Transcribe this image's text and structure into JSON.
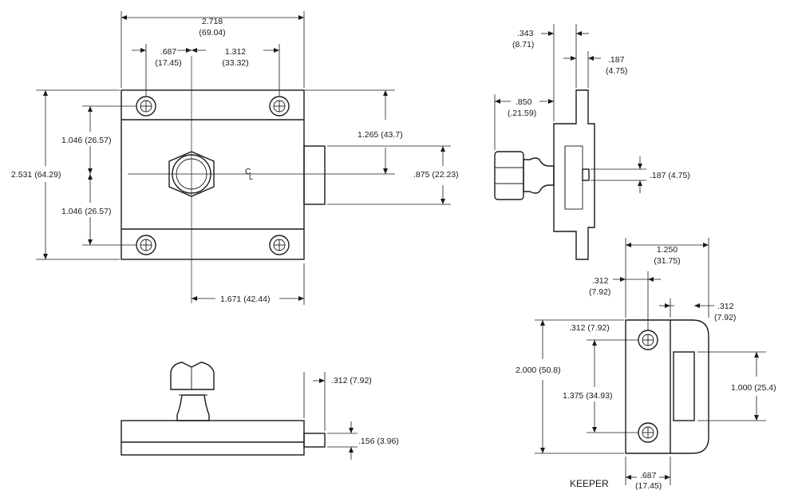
{
  "front_view": {
    "overall_width": "2.718",
    "overall_width_mm": "(69.04)",
    "hole_offset_x": ".687",
    "hole_offset_x_mm": "(17.45)",
    "hole_spacing_x": "1.312",
    "hole_spacing_x_mm": "(33.32)",
    "overall_height": "2.531 (64.29)",
    "upper_hole_to_center": "1.046 (26.57)",
    "lower_hole_to_center": "1.046 (26.57)",
    "bolt_top_offset": "1.265 (43.7)",
    "bolt_height": ".875 (22.23)",
    "center_to_right_edge": "1.671 (42.44)",
    "centerline_symbol_c": "C",
    "centerline_symbol_l": "L"
  },
  "side_view": {
    "plate_thickness": ".343",
    "plate_thickness_mm": "(8.71)",
    "step_thickness": ".187",
    "step_thickness_mm": "(4.75)",
    "knob_projection": ".850",
    "knob_projection_mm": "(.21.59)",
    "pin_diameter": ".187 (4.75)"
  },
  "top_view": {
    "bolt_extension": ".312 (7.92)",
    "bolt_thickness": ".156 (3.96)"
  },
  "keeper": {
    "title": "KEEPER",
    "width": "1.250",
    "width_mm": "(31.75)",
    "left_offset": ".312",
    "left_offset_mm": "(7.92)",
    "right_offset": ".312",
    "right_offset_mm": "(7.92)",
    "top_hole_offset": ".312 (7.92)",
    "hole_spacing": "1.375 (34.93)",
    "height": "2.000 (50.8)",
    "slot_height": "1.000 (25.4)",
    "hole_x_offset": ".687",
    "hole_x_offset_mm": "(17.45)"
  }
}
